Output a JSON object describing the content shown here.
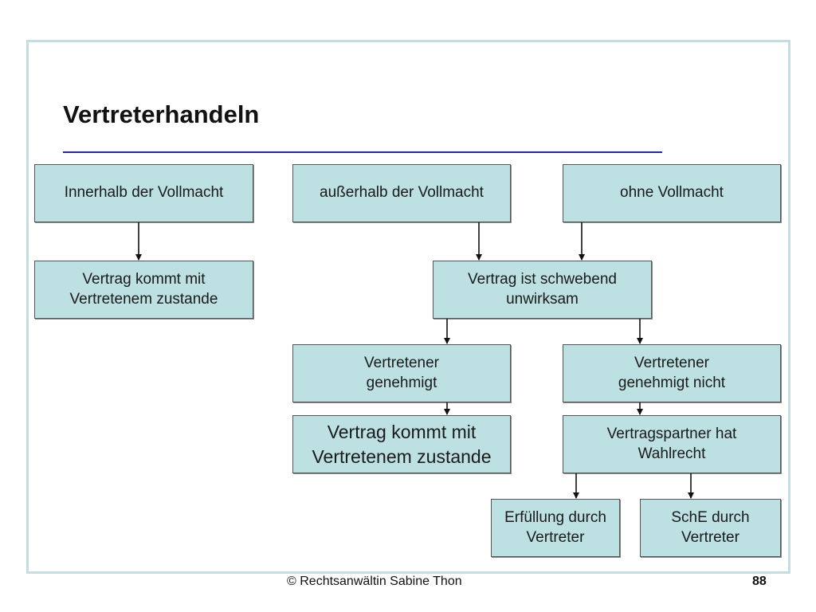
{
  "slide": {
    "title": "Vertreterhandeln",
    "footer": "© Rechtsanwältin Sabine Thon",
    "page_number": "88"
  },
  "diagram": {
    "nodes": {
      "innerhalb": "Innerhalb der Vollmacht",
      "ausserhalb": "außerhalb der Vollmacht",
      "ohne": "ohne Vollmacht",
      "vertrag_kommt_1": "Vertrag kommt mit\nVertretenem zustande",
      "schwebend": "Vertrag ist schwebend\nunwirksam",
      "genehmigt": "Vertretener\ngenehmigt",
      "genehmigt_nicht": "Vertretener\ngenehmigt nicht",
      "vertrag_kommt_2": "Vertrag kommt mit\nVertretenem zustande",
      "wahlrecht": "Vertragspartner hat\nWahlrecht",
      "erfuellung": "Erfüllung durch\nVertreter",
      "sche": "SchE durch\nVertreter"
    },
    "edges": [
      [
        "innerhalb",
        "vertrag_kommt_1"
      ],
      [
        "ausserhalb",
        "schwebend"
      ],
      [
        "ohne",
        "schwebend"
      ],
      [
        "schwebend",
        "genehmigt"
      ],
      [
        "schwebend",
        "genehmigt_nicht"
      ],
      [
        "genehmigt",
        "vertrag_kommt_2"
      ],
      [
        "genehmigt_nicht",
        "wahlrecht"
      ],
      [
        "wahlrecht",
        "erfuellung"
      ],
      [
        "wahlrecht",
        "sche"
      ]
    ]
  }
}
